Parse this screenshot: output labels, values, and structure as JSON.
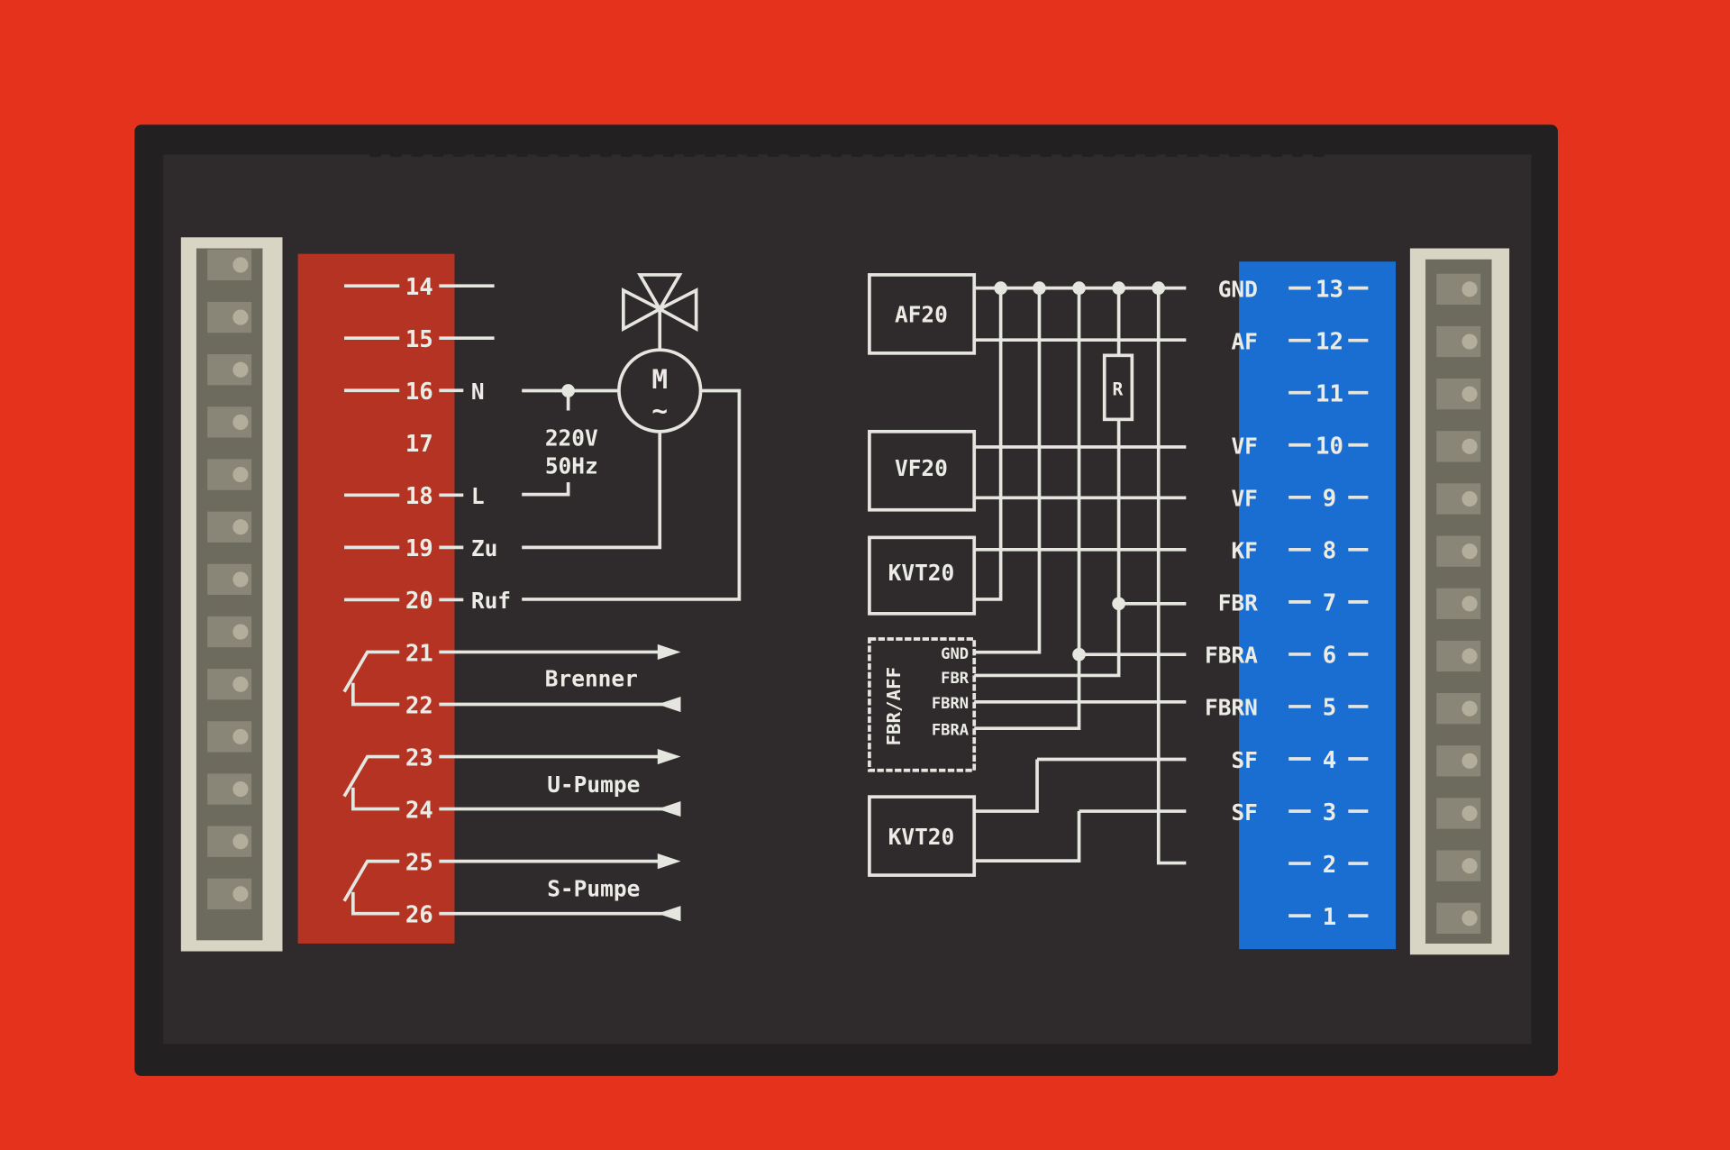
{
  "left_terminals": [
    {
      "num": "14",
      "signal": ""
    },
    {
      "num": "15",
      "signal": ""
    },
    {
      "num": "16",
      "signal": "N"
    },
    {
      "num": "17",
      "signal": ""
    },
    {
      "num": "18",
      "signal": "L"
    },
    {
      "num": "19",
      "signal": "Zu"
    },
    {
      "num": "20",
      "signal": "Ruf"
    },
    {
      "num": "21",
      "signal": ""
    },
    {
      "num": "22",
      "signal": ""
    },
    {
      "num": "23",
      "signal": ""
    },
    {
      "num": "24",
      "signal": ""
    },
    {
      "num": "25",
      "signal": ""
    },
    {
      "num": "26",
      "signal": ""
    }
  ],
  "right_terminals": [
    {
      "num": "13",
      "signal": "GND"
    },
    {
      "num": "12",
      "signal": "AF"
    },
    {
      "num": "11",
      "signal": ""
    },
    {
      "num": "10",
      "signal": "VF"
    },
    {
      "num": "9",
      "signal": "VF"
    },
    {
      "num": "8",
      "signal": "KF"
    },
    {
      "num": "7",
      "signal": "FBR"
    },
    {
      "num": "6",
      "signal": "FBRA"
    },
    {
      "num": "5",
      "signal": "FBRN"
    },
    {
      "num": "4",
      "signal": "SF"
    },
    {
      "num": "3",
      "signal": "SF"
    },
    {
      "num": "2",
      "signal": ""
    },
    {
      "num": "1",
      "signal": ""
    }
  ],
  "motor": {
    "symbol": "M",
    "tilde": "~",
    "voltage": "220V",
    "frequency": "50Hz"
  },
  "outputs": {
    "burner": "Brenner",
    "circ_pump": "U-Pumpe",
    "storage_pump": "S-Pumpe"
  },
  "modules": {
    "af20": "AF20",
    "vf20": "VF20",
    "kvt20_a": "KVT20",
    "kvt20_b": "KVT20",
    "remote": "FBR/AFF",
    "remote_pins": [
      "GND",
      "FBR",
      "FBRN",
      "FBRA"
    ],
    "resistor": "R"
  },
  "colors": {
    "background": "#e5321d",
    "housing": "#2b2729",
    "left_label": "#b53322",
    "right_label": "#1a6ed2"
  }
}
